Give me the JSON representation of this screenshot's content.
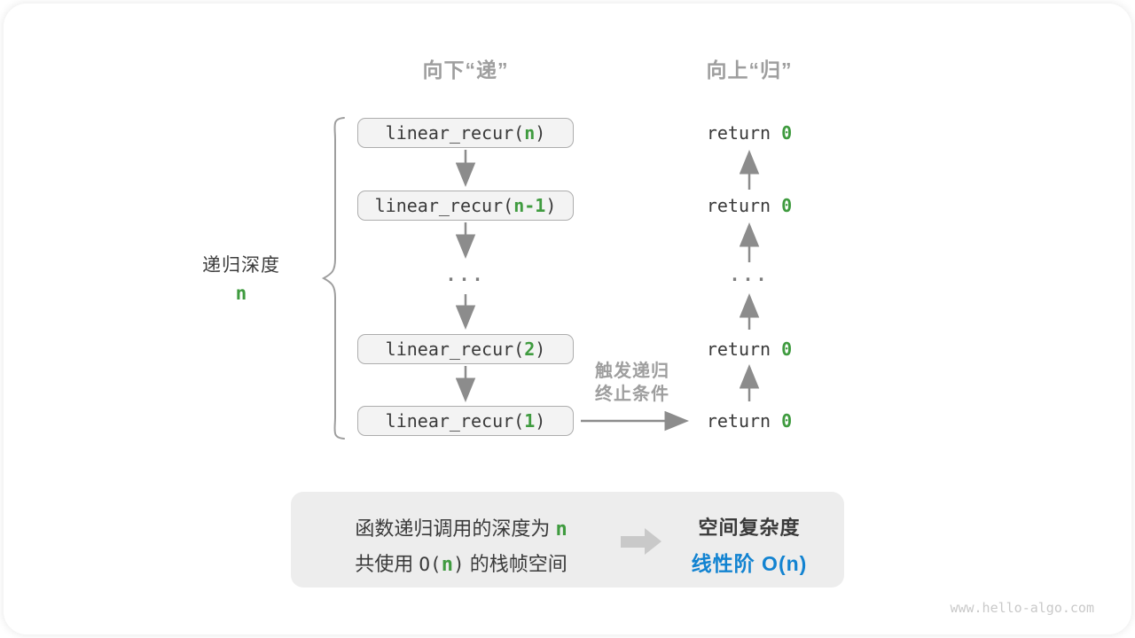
{
  "colors": {
    "green": "#3f9b3f",
    "blue": "#1283d1",
    "gray_label": "#9e9e9e",
    "dark_text": "#3a3a3a",
    "box_fill": "#f3f3f3",
    "box_border": "#adadad",
    "panel_fill": "#ededed",
    "arrow_gray": "#8c8c8c",
    "big_arrow_gray": "#c9c9c9"
  },
  "headers": {
    "descend": "向下“递”",
    "ascend": "向上“归”"
  },
  "call_stack": {
    "boxes": [
      {
        "pre": "linear_recur(",
        "arg": "n",
        "post": ")"
      },
      {
        "pre": "linear_recur(",
        "arg": "n-1",
        "post": ")"
      },
      {
        "pre": "linear_recur(",
        "arg": "2",
        "post": ")"
      },
      {
        "pre": "linear_recur(",
        "arg": "1",
        "post": ")"
      }
    ],
    "ellipsis": "..."
  },
  "returns": {
    "pre": "return ",
    "value": "0",
    "ellipsis": "..."
  },
  "depth": {
    "label": "递归深度",
    "value": "n"
  },
  "base_case": {
    "line1": "触发递归",
    "line2": "终止条件"
  },
  "summary": {
    "line1_pre": "函数递归调用的深度为 ",
    "line1_n": "n",
    "line2_pre": "共使用 ",
    "line2_o": "O(",
    "line2_n": "n",
    "line2_close": ")",
    "line2_post": " 的栈帧空间",
    "right_title": "空间复杂度",
    "right_value": "线性阶 O(n)"
  },
  "watermark": "www.hello-algo.com"
}
